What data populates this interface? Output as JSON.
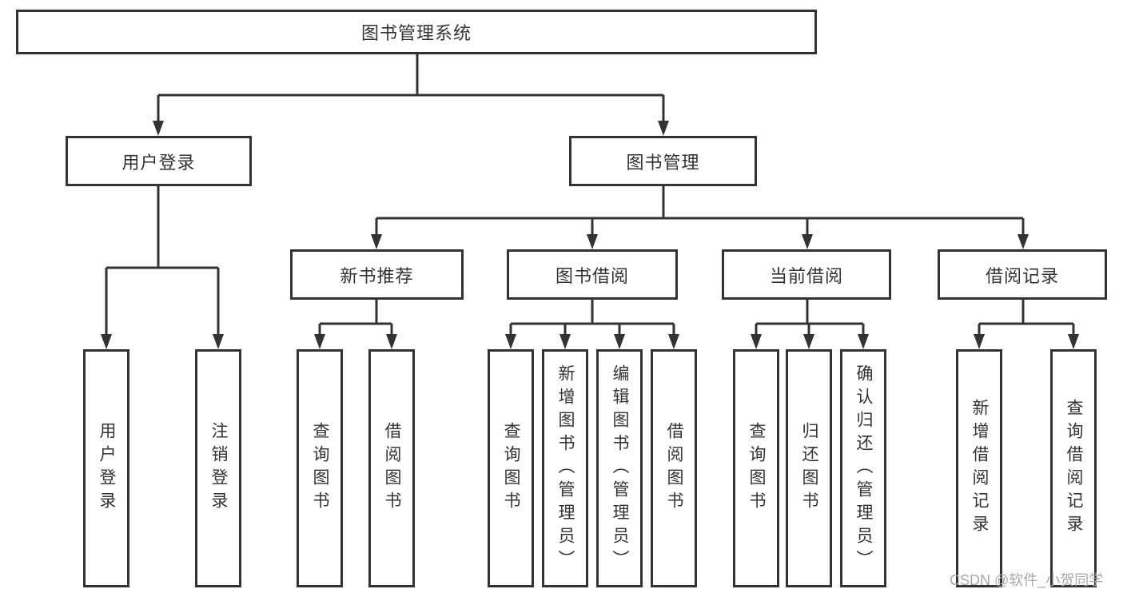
{
  "tree": {
    "root": {
      "label": "图书管理系统",
      "children": [
        {
          "label": "用户登录",
          "children": [
            {
              "label": "用户登录"
            },
            {
              "label": "注销登录"
            }
          ]
        },
        {
          "label": "图书管理",
          "children": [
            {
              "label": "新书推荐",
              "children": [
                {
                  "label": "查询图书"
                },
                {
                  "label": "借阅图书"
                }
              ]
            },
            {
              "label": "图书借阅",
              "children": [
                {
                  "label": "查询图书"
                },
                {
                  "label": "新增图书（管理员）"
                },
                {
                  "label": "编辑图书（管理员）"
                },
                {
                  "label": "借阅图书"
                }
              ]
            },
            {
              "label": "当前借阅",
              "children": [
                {
                  "label": "查询图书"
                },
                {
                  "label": "归还图书"
                },
                {
                  "label": "确认归还（管理员）"
                }
              ]
            },
            {
              "label": "借阅记录",
              "children": [
                {
                  "label": "新增借阅记录"
                },
                {
                  "label": "查询借阅记录"
                }
              ]
            }
          ]
        }
      ]
    }
  },
  "watermark": {
    "text": "CSDN @软件_小贺同学"
  },
  "colors": {
    "line": "#333333",
    "text": "#333333",
    "watermark": "#a8a8a8",
    "background": "#ffffff"
  }
}
